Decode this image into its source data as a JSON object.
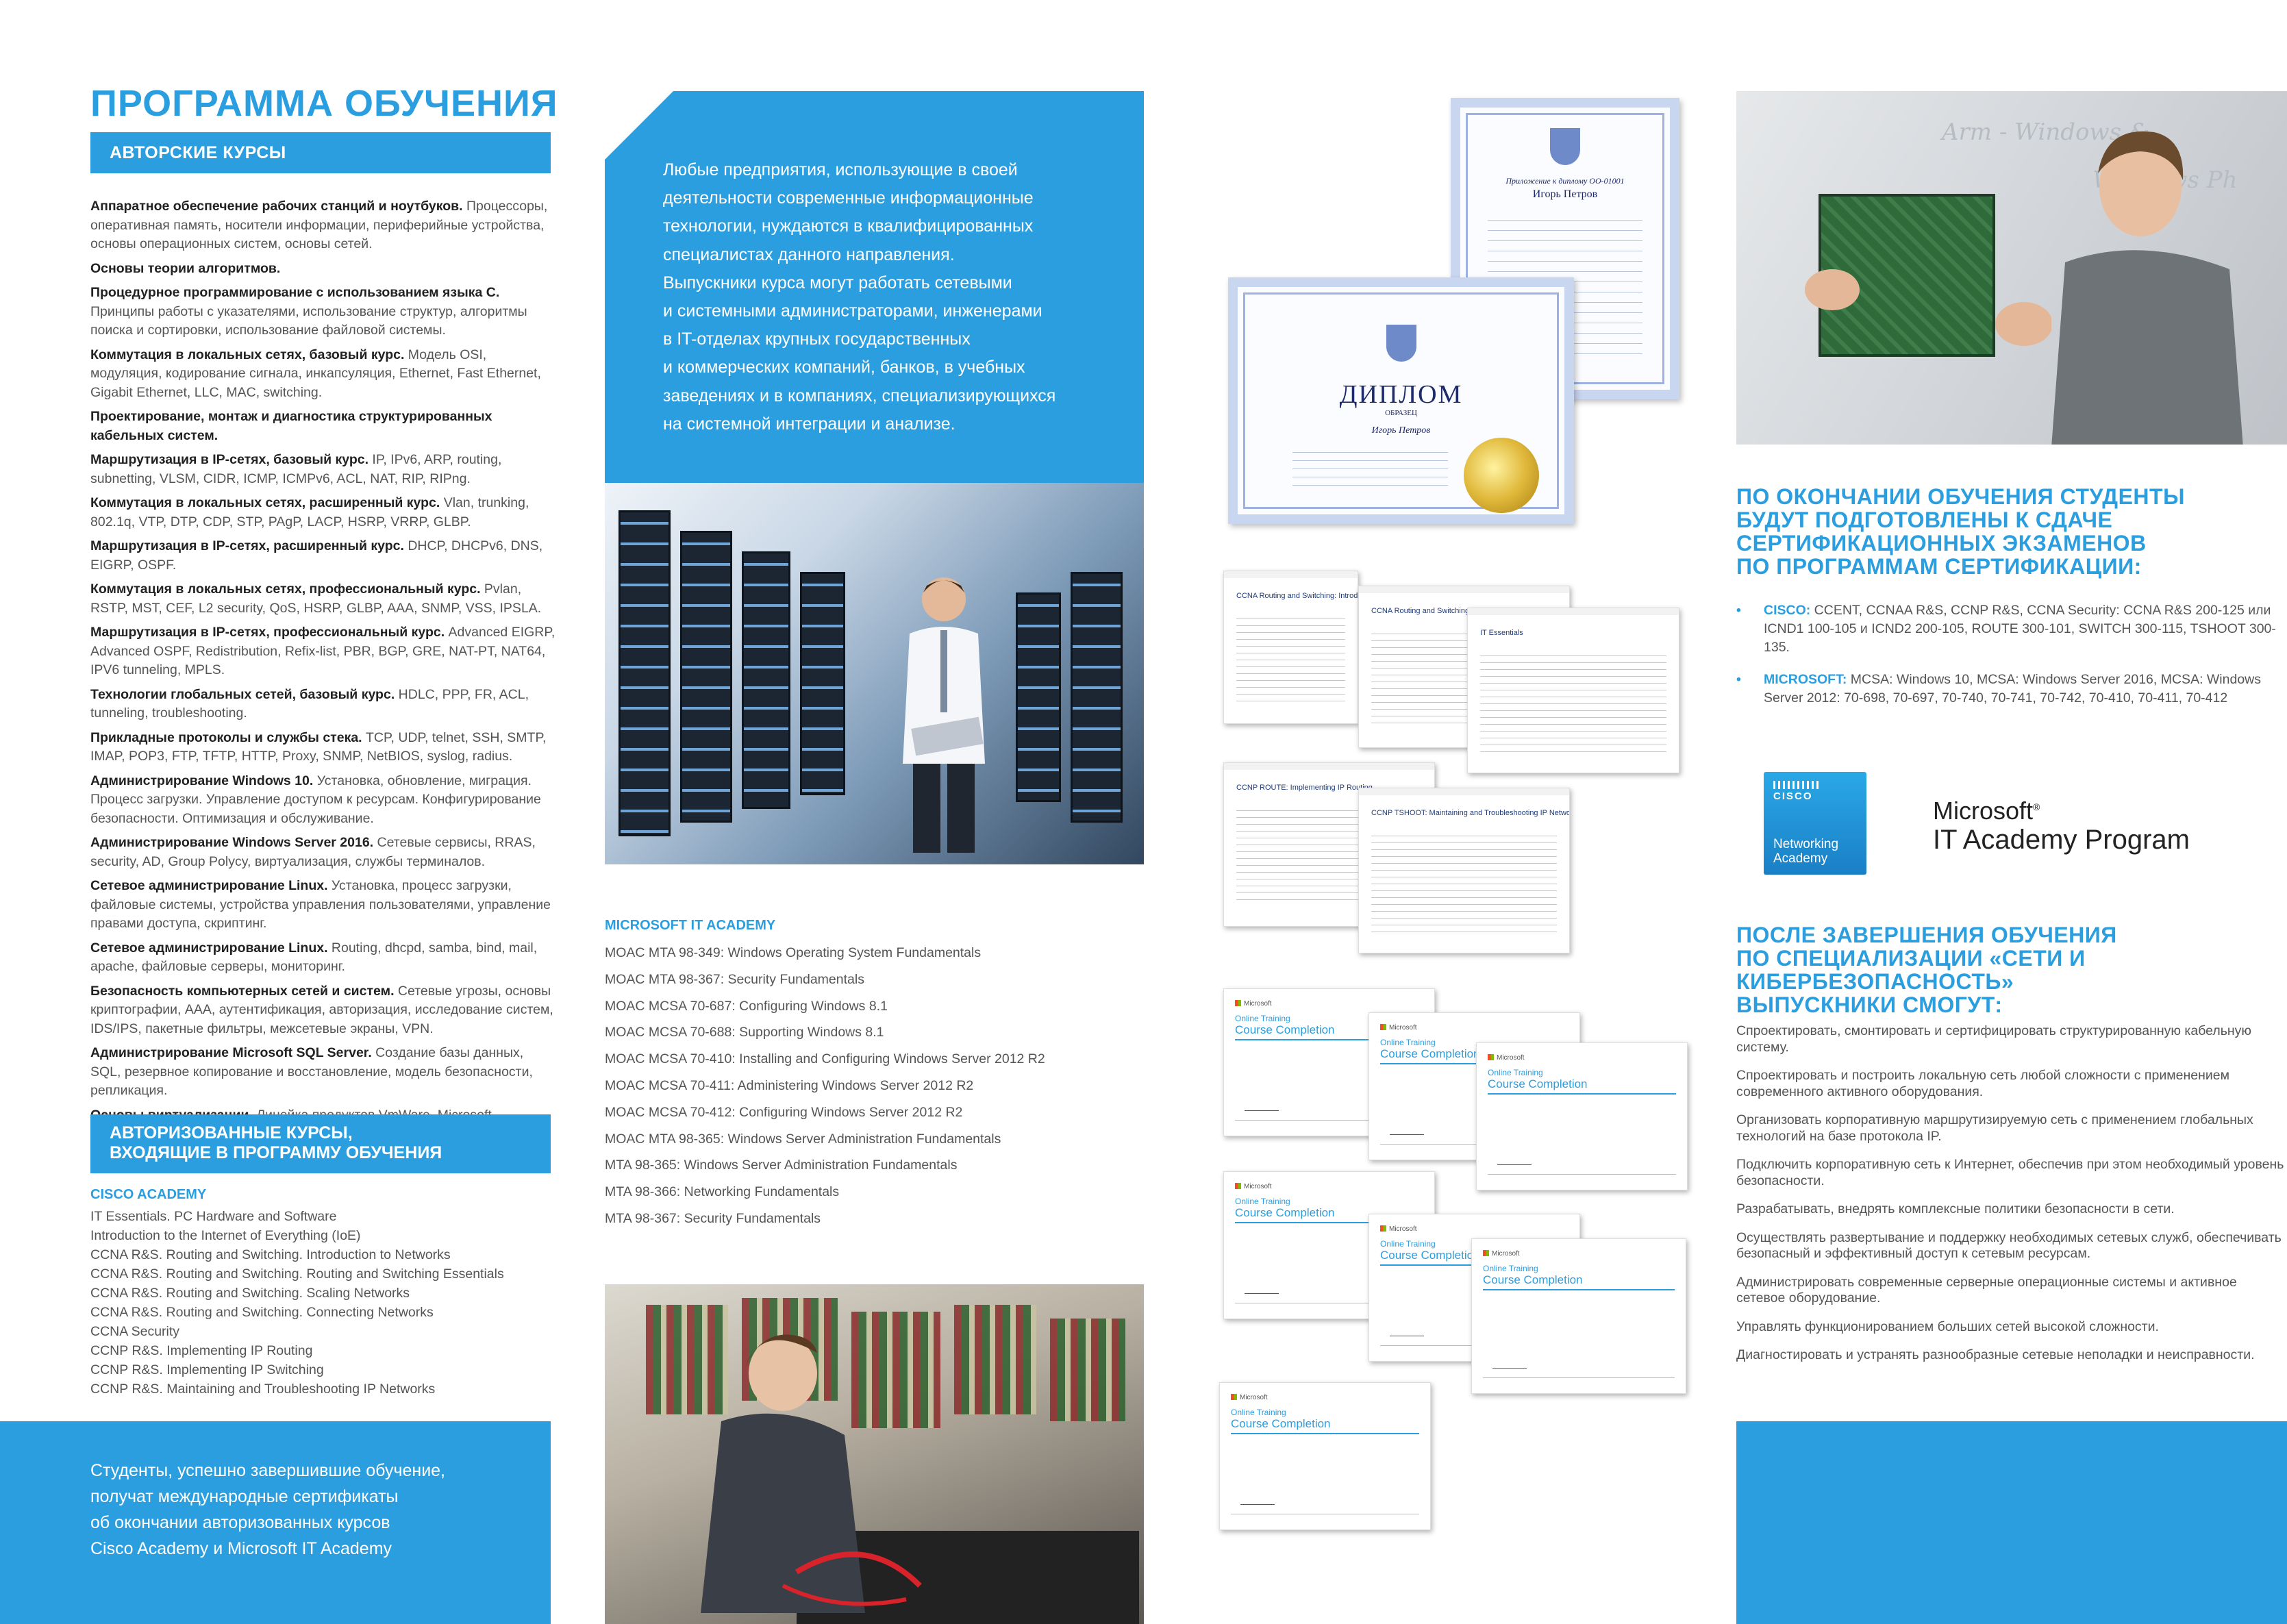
{
  "col1": {
    "title": "ПРОГРАММА ОБУЧЕНИЯ",
    "author_courses_label": "АВТОРСКИЕ КУРСЫ",
    "courses": [
      {
        "bold": "Аппаратное обеспечение рабочих станций и ноутбуков.",
        "rest": " Процессоры, оперативная память, носители информации, периферийные устройства, основы операционных систем, основы сетей."
      },
      {
        "bold": "Основы теории алгоритмов.",
        "rest": ""
      },
      {
        "bold": "Процедурное программирование с использованием языка С.",
        "rest": " Принципы работы с указателями, использование структур, алгоритмы поиска и сортировки, использование файловой системы."
      },
      {
        "bold": "Коммутация в локальных сетях, базовый курс.",
        "rest": " Модель OSI, модуляция, кодирование сигнала, инкапсуляция, Ethernet, Fast Ethernet, Gigabit Ethernet, LLC, MAC, switching."
      },
      {
        "bold": "Проектирование, монтаж и диагностика структурированных кабельных систем.",
        "rest": ""
      },
      {
        "bold": "Маршрутизация в IP-сетях, базовый курс.",
        "rest": " IP, IPv6, ARP, routing, subnetting, VLSM, CIDR, ICMP, ICMPv6, ACL, NAT, RIP, RIPng."
      },
      {
        "bold": "Коммутация в локальных сетях, расширенный курс.",
        "rest": " Vlan, trunking, 802.1q, VTP, DTP, CDP, STP, PAgP, LACP, HSRP, VRRP, GLBP."
      },
      {
        "bold": "Маршрутизация в IP-сетях, расширенный курс.",
        "rest": " DHCP, DHCPv6, DNS, EIGRP, OSPF."
      },
      {
        "bold": "Коммутация в локальных сетях, профессиональный курс.",
        "rest": " Pvlan, RSTP, MST, CEF, L2 security, QoS, HSRP, GLBP, AAA, SNMP, VSS, IPSLA."
      },
      {
        "bold": "Маршрутизация в IP-сетях, профессиональный курс.",
        "rest": " Advanced EIGRP, Advanced OSPF, Redistribution, Refix-list, PBR, BGP, GRE, NAT-PT, NAT64, IPV6 tunneling, MPLS."
      },
      {
        "bold": "Технологии глобальных сетей, базовый курс.",
        "rest": " HDLC, PPP, FR, ACL, tunneling, troubleshooting."
      },
      {
        "bold": "Прикладные протоколы и службы стека.",
        "rest": " TCP, UDP, telnet, SSH, SMTP, IMAP, POP3, FTP, TFTP, HTTP, Proxy, SNMP, NetBIOS, syslog, radius."
      },
      {
        "bold": "Администрирование Windows 10.",
        "rest": " Установка, обновление, миграция. Процесс загрузки. Управление доступом к ресурсам. Конфигурирование безопасности. Оптимизация и обслуживание."
      },
      {
        "bold": "Администрирование Windows Server 2016.",
        "rest": " Сетевые сервисы, RRAS, security, AD, Group Polycy, виртуализация, службы терминалов."
      },
      {
        "bold": "Сетевое администрирование Linux.",
        "rest": " Установка, процесс загрузки, файловые системы, устройства управления пользователями, управление правами доступа, скриптинг."
      },
      {
        "bold": "Сетевое администрирование Linux.",
        "rest": " Routing, dhcpd, samba, bind, mail, apache, файловые серверы, мониторинг."
      },
      {
        "bold": "Безопасность компьютерных сетей и систем.",
        "rest": " Сетевые угрозы, основы криптографии, AAA, аутентификация, авторизация, исследование систем, IDS/IPS, пакетные фильтры, межсетевые экраны, VPN."
      },
      {
        "bold": "Администрирование Microsoft SQL Server.",
        "rest": " Создание базы данных, SQL, резервное копирование и восстановление, модель безопасности, репликация."
      },
      {
        "bold": "Основы виртуализации.",
        "rest": " Линейка продуктов VmWare, Microsoft."
      }
    ],
    "authorized_label_1": "АВТОРИЗОВАННЫЕ КУРСЫ,",
    "authorized_label_2": "ВХОДЯЩИЕ В ПРОГРАММУ ОБУЧЕНИЯ",
    "cisco_heading": "CISCO ACADEMY",
    "cisco_courses": [
      "IT Essentials. PC Hardware and Software",
      "Introduction to the Internet of Everything (IoE)",
      "CCNA R&S. Routing and Switching. Introduction to Networks",
      "CCNA R&S. Routing and Switching. Routing and Switching Essentials",
      "CCNA R&S. Routing and Switching. Scaling Networks",
      "CCNA R&S. Routing and Switching. Connecting Networks",
      "CCNA Security",
      "CCNP R&S. Implementing IP Routing",
      "CCNP R&S. Implementing IP Switching",
      "CCNP R&S. Maintaining and Troubleshooting IP Networks"
    ],
    "bottom_lines": [
      "Студенты, успешно завершившие обучение,",
      "получат международные сертификаты",
      "об окончании авторизованных курсов",
      "Cisco Academy и Microsoft IT Academy"
    ]
  },
  "col2": {
    "intro_lines": [
      "Любые предприятия, использующие в своей",
      "деятельности современные информационные",
      "технологии, нуждаются в квалифицированных",
      "специалистах данного направления.",
      "Выпускники курса могут работать сетевыми",
      "и системными администраторами, инженерами",
      "в IT-отделах крупных государственных",
      "и коммерческих компаний, банков, в учебных",
      "заведениях и в компаниях, специализирующихся",
      "на системной интеграции и анализе."
    ],
    "ms_heading": "MICROSOFT IT ACADEMY",
    "ms_courses": [
      "MOAC MTA 98-349: Windows Operating System Fundamentals",
      "MOAC MTA 98-367: Security Fundamentals",
      "MOAC MCSA 70-687: Configuring Windows 8.1",
      "MOAC MCSA 70-688: Supporting Windows 8.1",
      "MOAC MCSA 70-410: Installing and Configuring Windows Server 2012 R2",
      "MOAC MCSA 70-411: Administering Windows Server 2012 R2",
      "MOAC MCSA 70-412: Configuring Windows Server 2012 R2",
      "MOAC MTA 98-365: Windows Server Administration Fundamentals",
      "MTA 98-365: Windows Server Administration Fundamentals",
      "MTA 98-366: Networking Fundamentals",
      "MTA 98-367: Security Fundamentals"
    ]
  },
  "col3": {
    "diploma_title": "ДИПЛОМ",
    "diploma_sub": "ОБРАЗЕЦ",
    "diploma_name": "Игорь Петров",
    "appendix_title": "Приложение к диплому ОО-01001",
    "appendix_name": "Игорь Петров",
    "cisco_certs": [
      "CCNA Routing and Switching: Introduction to Networks",
      "CCNA Routing and Switching: Routing and Switching Essentials",
      "IT Essentials",
      "CCNP ROUTE: Implementing IP Routing",
      "CCNP TSHOOT: Maintaining and Troubleshooting IP Networks"
    ],
    "ms_cert": {
      "logo": "Microsoft",
      "line1": "Online Training",
      "line2": "Course Completion"
    }
  },
  "col4": {
    "cert_heading": [
      "ПО ОКОНЧАНИИ ОБУЧЕНИЯ СТУДЕНТЫ",
      "БУДУТ ПОДГОТОВЛЕНЫ К СДАЧЕ",
      "СЕРТИФИКАЦИОННЫХ ЭКЗАМЕНОВ",
      "ПО ПРОГРАММАМ СЕРТИФИКАЦИИ:"
    ],
    "cert_items": [
      {
        "label": "CISCO:",
        "text": " CCENT, CCNAA R&S, CCNP R&S, CCNA Security: CCNA R&S 200-125 или ICND1 100-105 и ICND2 200-105, ROUTE 300-101, SWITCH 300-115, TSHOOT 300-135."
      },
      {
        "label": "MICROSOFT:",
        "text": " MCSA: Windows 10, MCSA: Windows Server 2016, MCSA: Windows Server 2012: 70-698, 70-697, 70-740, 70-741, 70-742, 70-410, 70-411, 70-412"
      }
    ],
    "bullet": "•",
    "cisco_logo": {
      "word": "CISCO",
      "line1": "Networking",
      "line2": "Academy"
    },
    "ms_logo": {
      "line1": "Microsoft",
      "reg": "®",
      "line2": "IT Academy Program"
    },
    "after_heading": [
      "ПОСЛЕ ЗАВЕРШЕНИЯ ОБУЧЕНИЯ",
      "ПО СПЕЦИАЛИЗАЦИИ «СЕТИ И",
      "КИБЕРБЕЗОПАСНОСТЬ»",
      "ВЫПУСКНИКИ СМОГУТ:"
    ],
    "after_items": [
      "Спроектировать, смонтировать и сертифицировать структурированную кабельную систему.",
      "Спроектировать и построить локальную сеть любой сложности с применением современного активного оборудования.",
      "Организовать корпоративную маршрутизируемую сеть с применением глобальных технологий на базе протокола IP.",
      "Подключить корпоративную сеть к Интернет, обеспечив при этом необходимый уровень безопасности.",
      "Разрабатывать, внедрять комплексные политики безопасности в сети.",
      "Осуществлять развертывание и поддержку необходимых сетевых служб, обеспечивать безопасный и эффективный доступ к сетевым ресурсам.",
      "Администрировать современные серверные операционные системы и активное сетевое оборудование.",
      "Управлять функционированием больших сетей высокой сложности.",
      "Диагностировать и устранять разнообразные сетевые неполадки и неисправности."
    ],
    "whiteboard": [
      "Arm - Windows &",
      "Windows Ph"
    ]
  },
  "colors": {
    "accent": "#2b9ee0"
  }
}
